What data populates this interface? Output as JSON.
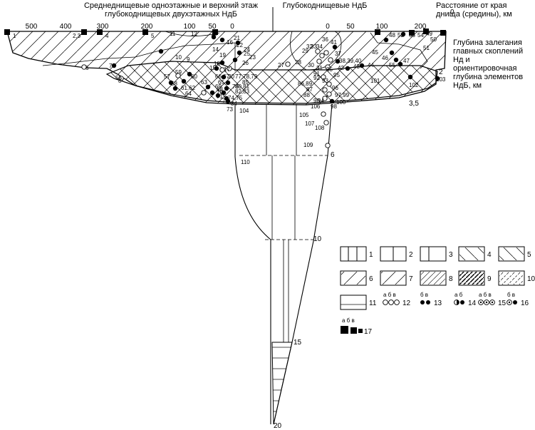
{
  "headers": {
    "left": "Среднеднищевые одноэтажные и верхний этаж глубокоднищевых двухэтажных НдБ",
    "center": "Глубокоднищевые НдБ",
    "right": "Расстояние от края днища (средины), км",
    "depth_caption": "Глубина залегания главных скоплений Нд и ориентировочная глубина элементов НдБ, км"
  },
  "scale_left": [
    "500",
    "400",
    "300",
    "200",
    "100",
    "50",
    "0"
  ],
  "scale_right": [
    "0",
    "50",
    "100",
    "200"
  ],
  "depths": [
    "0",
    "2",
    "3,5",
    "6",
    "10",
    "15",
    "20"
  ],
  "labels_left": [
    "1",
    "2,3",
    "4",
    "5",
    "6",
    "7",
    "8",
    "9",
    "10",
    "11",
    "12",
    "13",
    "14",
    "15",
    "16",
    "17",
    "18",
    "19",
    "20",
    "21",
    "22",
    "23",
    "24",
    "25",
    "26",
    "56",
    "57",
    "58",
    "59",
    "60",
    "61,62",
    "63",
    "64",
    "65",
    "66,67",
    "68",
    "69",
    "70",
    "71",
    "72",
    "73",
    "74,75",
    "76",
    "77,78,79",
    "80,81",
    "82,83",
    "84",
    "85",
    "104",
    "110"
  ],
  "labels_right": [
    "27",
    "28",
    "29",
    "30",
    "31",
    "32",
    "33",
    "34",
    "35",
    "36",
    "37",
    "38,39,40",
    "41",
    "42",
    "43",
    "44",
    "45",
    "46",
    "47",
    "48",
    "49",
    "50",
    "51",
    "52",
    "53",
    "54",
    "55",
    "86,89",
    "87",
    "88",
    "90",
    "91",
    "92",
    "93",
    "94",
    "95",
    "96",
    "97,99",
    "98",
    "100",
    "101",
    "102",
    "103",
    "105",
    "106",
    "107",
    "108",
    "109"
  ],
  "legend": {
    "items": [
      "1",
      "2",
      "3",
      "4",
      "5",
      "6",
      "7",
      "8",
      "9",
      "10",
      "11",
      "12",
      "13",
      "14",
      "15",
      "16",
      "17"
    ],
    "sub_abv": "а б в",
    "sub_ab": "а б",
    "sub_bv": "б в"
  },
  "colors": {
    "ink": "#000000",
    "paper": "#ffffff"
  }
}
